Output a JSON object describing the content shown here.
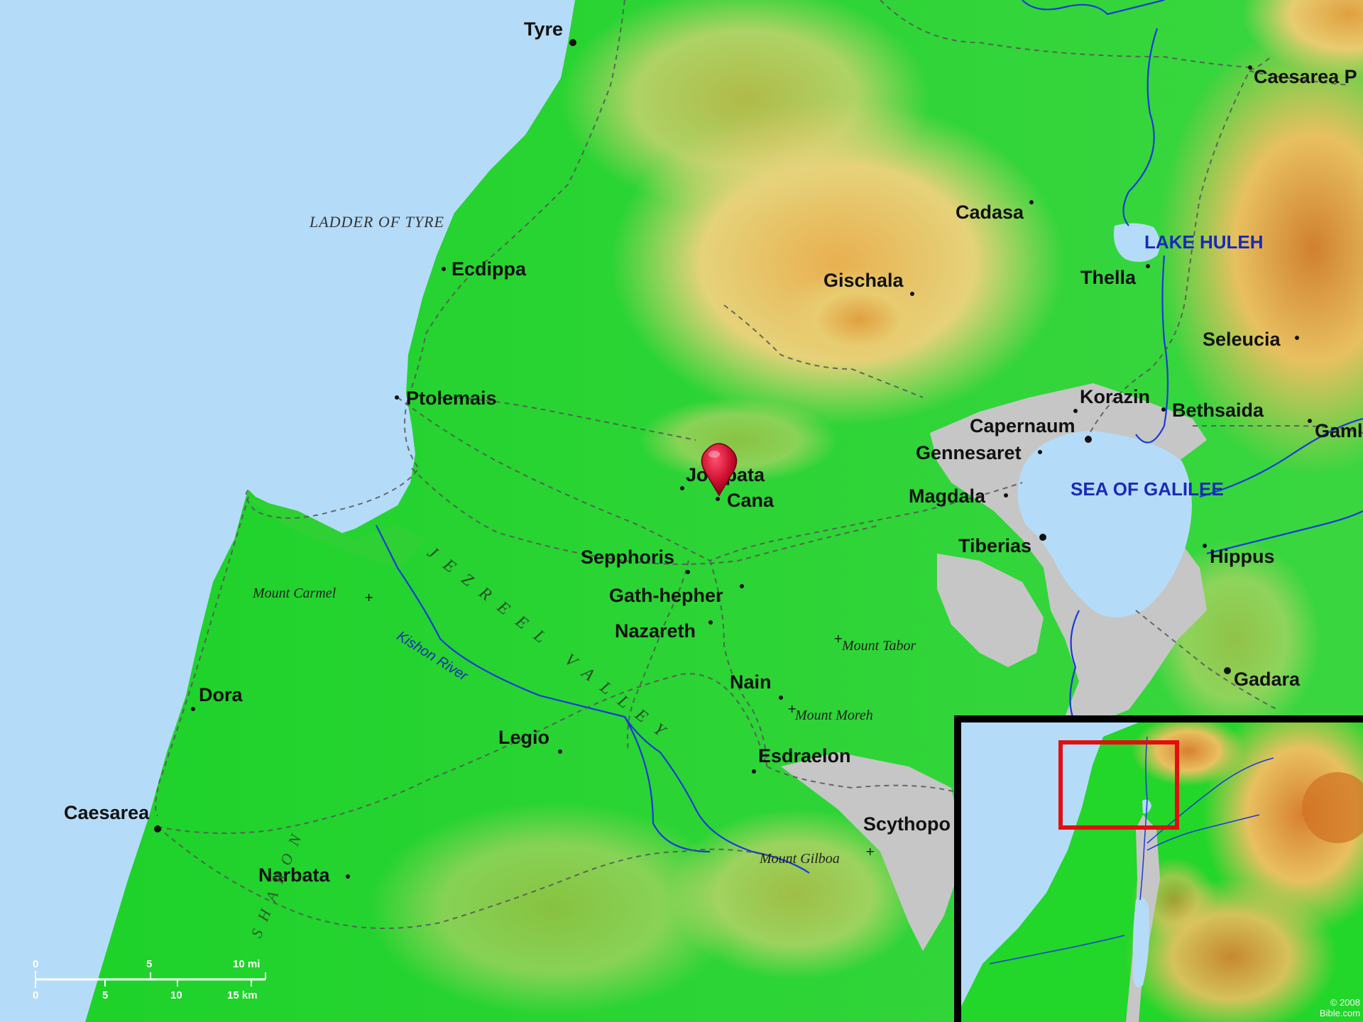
{
  "map": {
    "water_color": "#b4dcf8",
    "land_color": "#22d62a",
    "highland_color": "#e8c060",
    "places": [
      {
        "name": "Tyre",
        "label": "Tyre"
      },
      {
        "name": "Caesarea Philippi",
        "label": "Caesarea P"
      },
      {
        "name": "Cadasa",
        "label": "Cadasa"
      },
      {
        "name": "Ecdippa",
        "label": "Ecdippa"
      },
      {
        "name": "Gischala",
        "label": "Gischala"
      },
      {
        "name": "Thella",
        "label": "Thella"
      },
      {
        "name": "Seleucia",
        "label": "Seleucia"
      },
      {
        "name": "Ptolemais",
        "label": "Ptolemais"
      },
      {
        "name": "Korazin",
        "label": "Korazin"
      },
      {
        "name": "Bethsaida",
        "label": "Bethsaida"
      },
      {
        "name": "Gamla",
        "label": "Gaml"
      },
      {
        "name": "Capernaum",
        "label": "Capernaum"
      },
      {
        "name": "Gennesaret",
        "label": "Gennesaret"
      },
      {
        "name": "Jotapata",
        "label": "Jotapata"
      },
      {
        "name": "Cana",
        "label": "Cana"
      },
      {
        "name": "Magdala",
        "label": "Magdala"
      },
      {
        "name": "Sepphoris",
        "label": "Sepphoris"
      },
      {
        "name": "Tiberias",
        "label": "Tiberias"
      },
      {
        "name": "Hippus",
        "label": "Hippus"
      },
      {
        "name": "Gath-hepher",
        "label": "Gath-hepher"
      },
      {
        "name": "Nazareth",
        "label": "Nazareth"
      },
      {
        "name": "Gadara",
        "label": "Gadara"
      },
      {
        "name": "Nain",
        "label": "Nain"
      },
      {
        "name": "Dora",
        "label": "Dora"
      },
      {
        "name": "Legio",
        "label": "Legio"
      },
      {
        "name": "Esdraelon",
        "label": "Esdraelon"
      },
      {
        "name": "Caesarea",
        "label": "Caesarea"
      },
      {
        "name": "Scythopolis",
        "label": "Scythopo"
      },
      {
        "name": "Narbata",
        "label": "Narbata"
      }
    ],
    "water_labels": {
      "lake_huleh": "LAKE HULEH",
      "sea_of_galilee": "SEA OF GALILEE"
    },
    "region_labels": {
      "ladder_of_tyre": "LADDER OF TYRE",
      "jezreel_valley": "JEZREEL VALLEY",
      "sharon": "SHARON"
    },
    "river_labels": {
      "kishon": "Kishon River"
    },
    "mountains": {
      "carmel": "Mount Carmel",
      "tabor": "Mount Tabor",
      "moreh": "Mount Moreh",
      "gilboa": "Mount Gilboa"
    },
    "marker": {
      "target": "Cana",
      "color": "#d01030",
      "icon": "map-pin-icon"
    },
    "scale_bar": {
      "mi_ticks": [
        "0",
        "5",
        "10 mi"
      ],
      "km_ticks": [
        "0",
        "5",
        "10",
        "15 km"
      ]
    },
    "inset": {
      "highlight_color": "#e01010",
      "copyright": [
        "© 2008",
        "Bible.com"
      ]
    }
  }
}
